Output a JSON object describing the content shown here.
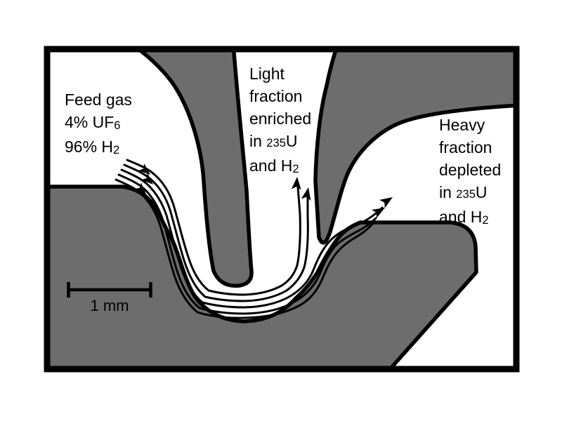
{
  "colors": {
    "background": "#ffffff",
    "material_gray": "#6d6d6d",
    "outline_black": "#000000"
  },
  "labels": {
    "feed": {
      "line1": "Feed gas",
      "line2_main": "4% UF",
      "line2_sub": "6",
      "line3_main": "96% H",
      "line3_sub": "2"
    },
    "light": {
      "line1": "Light",
      "line2": "fraction",
      "line3": "enriched",
      "line4_pre": "in ",
      "line4_iso": "235",
      "line4_elem": "U",
      "line5_main": "and H",
      "line5_sub": "2"
    },
    "heavy": {
      "line1": "Heavy",
      "line2": "fraction",
      "line3": "depleted",
      "line4_pre": "in ",
      "line4_iso": "235",
      "line4_elem": "U",
      "line5_main": "and H",
      "line5_sub": "2"
    }
  },
  "scale_bar": {
    "label": "1 mm"
  }
}
